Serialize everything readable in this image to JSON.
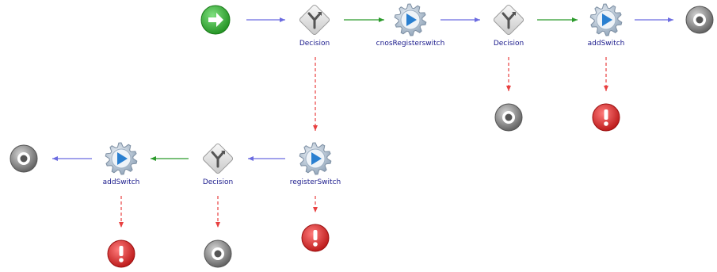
{
  "workflow": {
    "nodes": [
      {
        "id": "start",
        "type": "start",
        "label": ""
      },
      {
        "id": "decision1",
        "type": "decision",
        "label": "Decision"
      },
      {
        "id": "cnos",
        "type": "operation",
        "label": "cnosRegisterswitch"
      },
      {
        "id": "decision2",
        "type": "decision",
        "label": "Decision"
      },
      {
        "id": "addSwitch1",
        "type": "operation",
        "label": "addSwitch"
      },
      {
        "id": "end1",
        "type": "end",
        "label": ""
      },
      {
        "id": "end2",
        "type": "end",
        "label": ""
      },
      {
        "id": "error1",
        "type": "error",
        "label": ""
      },
      {
        "id": "registerSwitch",
        "type": "operation",
        "label": "registerSwitch"
      },
      {
        "id": "error2",
        "type": "error",
        "label": ""
      },
      {
        "id": "decision3",
        "type": "decision",
        "label": "Decision"
      },
      {
        "id": "end3",
        "type": "end",
        "label": ""
      },
      {
        "id": "addSwitch2",
        "type": "operation",
        "label": "addSwitch"
      },
      {
        "id": "error3",
        "type": "error",
        "label": ""
      },
      {
        "id": "end4",
        "type": "end",
        "label": ""
      }
    ],
    "edges": [
      {
        "from": "start",
        "to": "decision1",
        "style": "default"
      },
      {
        "from": "decision1",
        "to": "cnos",
        "style": "success"
      },
      {
        "from": "cnos",
        "to": "decision2",
        "style": "default"
      },
      {
        "from": "decision2",
        "to": "addSwitch1",
        "style": "success"
      },
      {
        "from": "addSwitch1",
        "to": "end1",
        "style": "default"
      },
      {
        "from": "decision2",
        "to": "end2",
        "style": "failure"
      },
      {
        "from": "addSwitch1",
        "to": "error1",
        "style": "failure"
      },
      {
        "from": "decision1",
        "to": "registerSwitch",
        "style": "failure"
      },
      {
        "from": "registerSwitch",
        "to": "error2",
        "style": "failure"
      },
      {
        "from": "registerSwitch",
        "to": "decision3",
        "style": "default"
      },
      {
        "from": "decision3",
        "to": "addSwitch2",
        "style": "success"
      },
      {
        "from": "decision3",
        "to": "end3",
        "style": "failure"
      },
      {
        "from": "addSwitch2",
        "to": "end4",
        "style": "default"
      },
      {
        "from": "addSwitch2",
        "to": "error3",
        "style": "failure"
      }
    ],
    "colors": {
      "default_edge": "#6b6be0",
      "success_edge": "#2a9a2a",
      "failure_edge": "#e84040",
      "start_fill": "#3cb53c",
      "error_fill": "#d92a2a",
      "end_fill": "#777777",
      "gear_fill": "#b8c8d8",
      "play_fill": "#2a7fd0",
      "decision_fill": "#e4e4e4",
      "label_color": "#1a1a8c"
    },
    "icons": {
      "start": "arrow-right-circle-icon",
      "decision": "branch-diamond-icon",
      "operation": "gear-play-icon",
      "end": "stop-target-icon",
      "error": "exclamation-circle-icon"
    }
  }
}
